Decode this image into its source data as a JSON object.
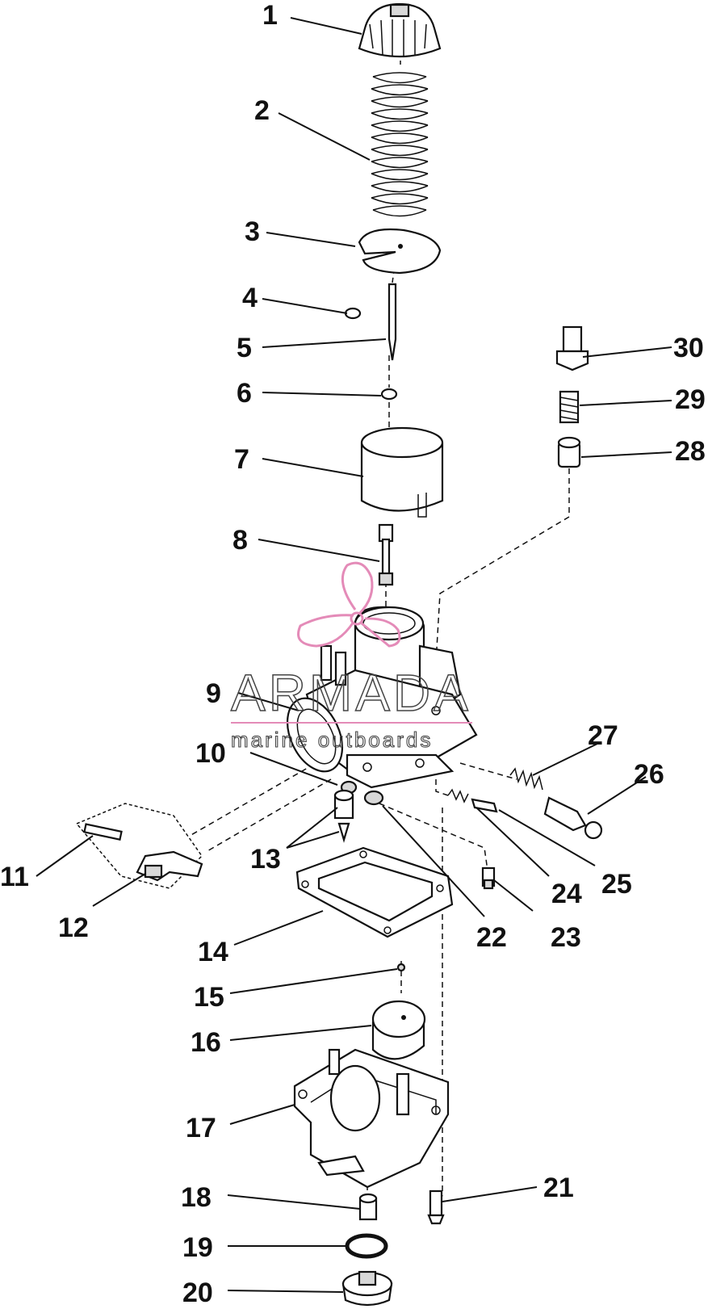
{
  "diagram": {
    "labels": [
      "1",
      "2",
      "3",
      "4",
      "5",
      "6",
      "7",
      "8",
      "9",
      "10",
      "11",
      "12",
      "13",
      "14",
      "15",
      "16",
      "17",
      "18",
      "19",
      "20",
      "21",
      "22",
      "23",
      "24",
      "25",
      "26",
      "27",
      "28",
      "29",
      "30"
    ],
    "watermark": {
      "brand": "ARMADA",
      "tagline": "marine outboards",
      "logo": "propeller-logo",
      "logo_color": "#e48bb8"
    }
  }
}
